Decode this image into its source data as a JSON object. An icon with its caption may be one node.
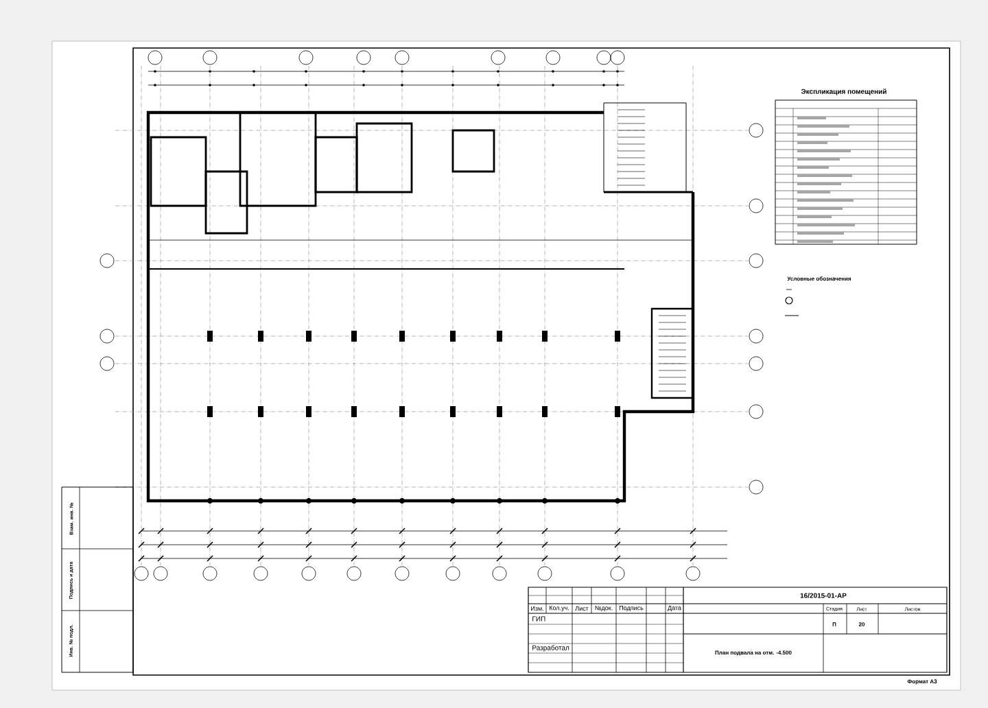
{
  "diagram": {
    "labels": [
      "Экспликация помещений",
      "Условные обозначения",
      "16/2015-01-АР",
      "Изм.",
      "Кол.уч.",
      "Лист",
      "№док.",
      "Подпись",
      "Дата",
      "ГИП",
      "Разработал",
      "Стадия",
      "Лист",
      "Листов",
      "П",
      "20",
      "План подвала на отм. -4.500",
      "Формат А3",
      "Взам. инв. №",
      "Подпись и дата",
      "Инв. № подл."
    ]
  }
}
